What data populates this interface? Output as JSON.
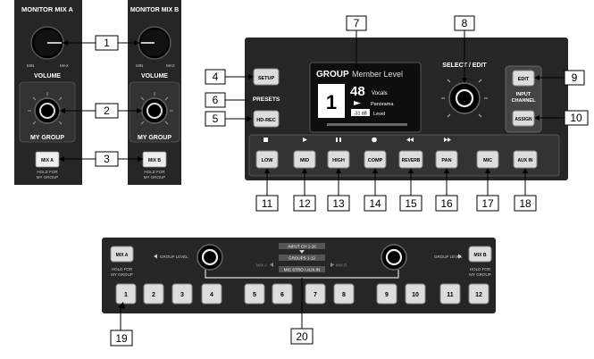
{
  "left_panels": {
    "a": {
      "title": "MONITOR MIX A",
      "min": "MIN",
      "max": "MAX",
      "volume": "VOLUME",
      "group": "MY GROUP",
      "button": "MIX A",
      "hold1": "HOLD FOR",
      "hold2": "MY GROUP"
    },
    "b": {
      "title": "MONITOR MIX B",
      "min": "MIN",
      "max": "MAX",
      "volume": "VOLUME",
      "group": "MY GROUP",
      "button": "MIX B",
      "hold1": "HOLD FOR",
      "hold2": "MY GROUP"
    }
  },
  "callouts": [
    "1",
    "2",
    "3",
    "4",
    "5",
    "6",
    "7",
    "8",
    "9",
    "10",
    "11",
    "12",
    "13",
    "14",
    "15",
    "16",
    "17",
    "18",
    "19",
    "20"
  ],
  "top_right": {
    "setup": "SETUP",
    "presets": "PRESETS",
    "rec": "HD-REC",
    "display": {
      "group": "GROUP",
      "member_level": "Member Level",
      "number": "1",
      "level_value": "48",
      "vocals": "Vocals",
      "panorama": "Panorama",
      "db": "-31 dB",
      "level": "Level"
    },
    "select_edit": "SELECT / EDIT",
    "edit": "EDIT",
    "input_channel_1": "INPUT",
    "input_channel_2": "CHANNEL",
    "assign": "ASSIGN",
    "bottom_buttons": [
      "LOW",
      "MID",
      "HIGH",
      "COMP",
      "REVERB",
      "PAN",
      "MIC",
      "AUX IN"
    ],
    "transport_icons": [
      "stop-icon",
      "play-icon",
      "pause-icon",
      "record-icon",
      "rewind-icon",
      "fast-forward-icon"
    ]
  },
  "bottom_panel": {
    "mix_a": "MIX A",
    "hold_a1": "HOLD FOR",
    "hold_a2": "MY GROUP",
    "group_level_left": "GROUP LEVEL",
    "group_level_right": "GROUP LEVEL",
    "input_ch": "INPUT CH 1-16",
    "groups": "GROUPS 1-12",
    "mic": "MIC STRO / AUX IN",
    "mix_a_small": "MIX A",
    "mix_b_small": "MIX B",
    "mix_b": "MIX B",
    "hold_b1": "HOLD FOR",
    "hold_b2": "MY GROUP",
    "channels": [
      "1",
      "2",
      "3",
      "4",
      "5",
      "6",
      "7",
      "8",
      "9",
      "10",
      "11",
      "12"
    ]
  }
}
